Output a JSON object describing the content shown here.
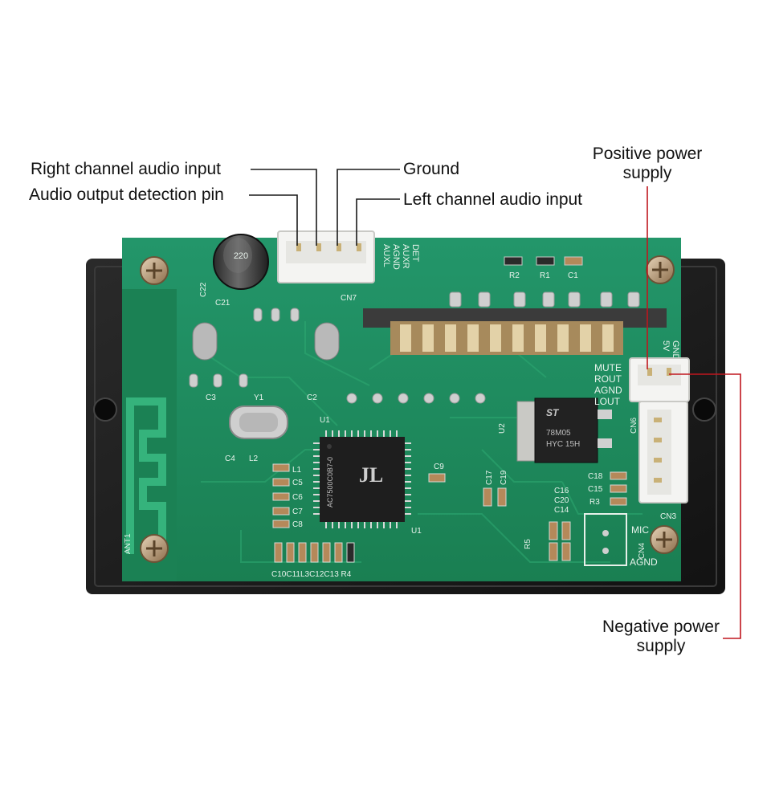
{
  "callouts": {
    "right_channel": "Right channel audio input",
    "audio_detect": "Audio output detection pin",
    "ground": "Ground",
    "left_channel": "Left channel audio input",
    "positive_power_line1": "Positive power",
    "positive_power_line2": "supply",
    "negative_power_line1": "Negative power",
    "negative_power_line2": "supply"
  },
  "board": {
    "cn7_pins": [
      "AUXL",
      "AGND",
      "AUXR",
      "DET"
    ],
    "cn6_pins": [
      "MUTE",
      "ROUT",
      "AGND",
      "LOUT"
    ],
    "power_pins": [
      "GND",
      "5V"
    ],
    "cn4_pins": [
      "MIC",
      "AGND"
    ],
    "connector_labels": {
      "cn7": "CN7",
      "cn6": "CN6",
      "cn3": "CN3",
      "cn4": "CN4"
    },
    "component_labels": {
      "c22": "C22",
      "c21": "C21",
      "r2": "R2",
      "r1": "R1",
      "c1": "C1",
      "y1": "Y1",
      "c3": "C3",
      "c2": "C2",
      "u1_small": "U1",
      "c4": "C4",
      "l2": "L2",
      "l1": "L1",
      "c5": "C5",
      "c6": "C6",
      "c7": "C7",
      "c8": "C8",
      "ant1": "ANT1",
      "bottom_row": "C10C11L3C12C13 R4",
      "u1": "U1",
      "c9": "C9",
      "c17": "C17",
      "c19": "C19",
      "u2": "U2",
      "c16": "C16",
      "c20": "C20",
      "c14": "C14",
      "c18": "C18",
      "c15": "C15",
      "r3": "R3",
      "r5": "R5"
    },
    "chip_marking": "AC7500C0B7-0",
    "chip_logo": "JL",
    "regulator_marking_line1": "78M05",
    "regulator_marking_line2": "HYC 15H",
    "regulator_logo": "ST",
    "capacitor_marking": "220"
  },
  "colors": {
    "pcb": "#1f8a5a",
    "pcb_trace": "#2aa06a",
    "case": "#1d1d1d",
    "leader_black": "#1a1a1a",
    "leader_red": "#c0161e"
  }
}
